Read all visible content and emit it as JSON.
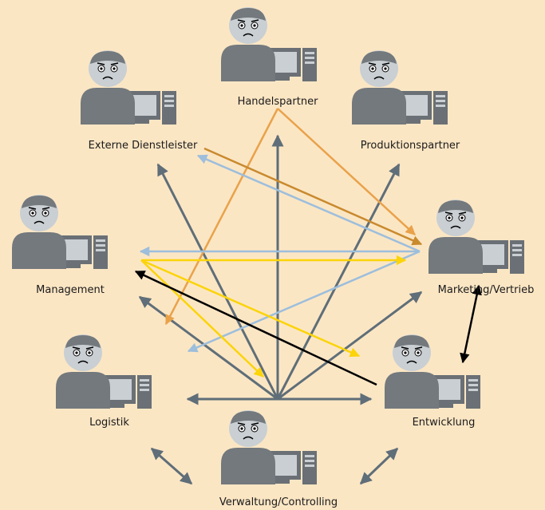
{
  "colors": {
    "background": "#fbe6c4",
    "gray_arrow": "#5f6e78",
    "orange_arrow": "#e9a24a",
    "brown_arrow": "#c98a2e",
    "blue_arrow": "#9dbedc",
    "yellow_arrow": "#fbd40a",
    "black_arrow": "#000000",
    "person_face": "#c9cfd3",
    "person_body": "#73797d",
    "monitor_screen": "#c9cfd3",
    "monitor_frame": "#6a7075"
  },
  "icons": {
    "person": "user-with-computer-icon"
  },
  "nodes": {
    "handelspartner": "Handelspartner",
    "externe": "Externe Dienstleister",
    "produktion": "Produktionspartner",
    "management": "Management",
    "marketing": "Marketing/Vertrieb",
    "logistik": "Logistik",
    "entwicklung": "Entwicklung",
    "verwaltung": "Verwaltung/Controlling"
  }
}
